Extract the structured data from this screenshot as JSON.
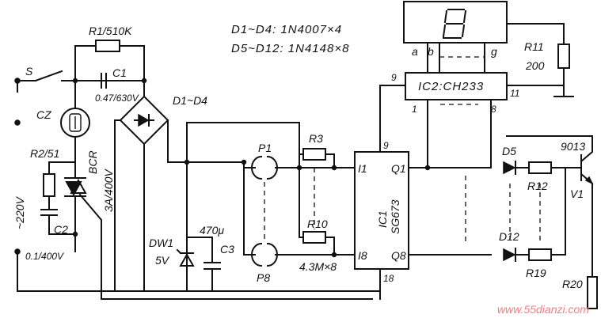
{
  "notes": {
    "diodes_d1_d4": "D1~D4: 1N4007×4",
    "diodes_d5_d12": "D5~D12: 1N4148×8"
  },
  "mains": {
    "switch": "S",
    "voltage": "~220V"
  },
  "components": {
    "r1": "R1/510K",
    "c1": "C1",
    "c1_value": "0.47/630V",
    "cz": "CZ",
    "r2": "R2/51",
    "c2": "C2",
    "c2_value": "0.1/400V",
    "bcr": "BCR",
    "bcr_value": "3A/400V",
    "bridge": "D1~D4",
    "dw1": "DW1",
    "dw1_value": "5V",
    "c3_value": "470μ",
    "c3": "C3",
    "p1": "P1",
    "p8": "P8",
    "r3": "R3",
    "r10": "R10",
    "r_bank": "4.3M×8",
    "ic1_label": "IC1",
    "ic1_part": "SG673",
    "ic1_i1": "I1",
    "ic1_i8": "I8",
    "ic1_q1": "Q1",
    "ic1_q8": "Q8",
    "ic1_pin9": "9",
    "ic1_pin18": "18",
    "ic2_label": "IC2:CH233",
    "ic2_pin9": "9",
    "ic2_pin11": "11",
    "ic2_pin1": "1",
    "ic2_pin8": "8",
    "seg_a": "a",
    "seg_b": "b",
    "seg_g": "g",
    "display_digit": "8",
    "r11": "R11",
    "r11_value": "200",
    "d5": "D5",
    "d12": "D12",
    "r12": "R12",
    "r19": "R19",
    "transistor": "9013",
    "v1": "V1",
    "r20": "R20"
  },
  "watermark": "www.55dianzi.com"
}
